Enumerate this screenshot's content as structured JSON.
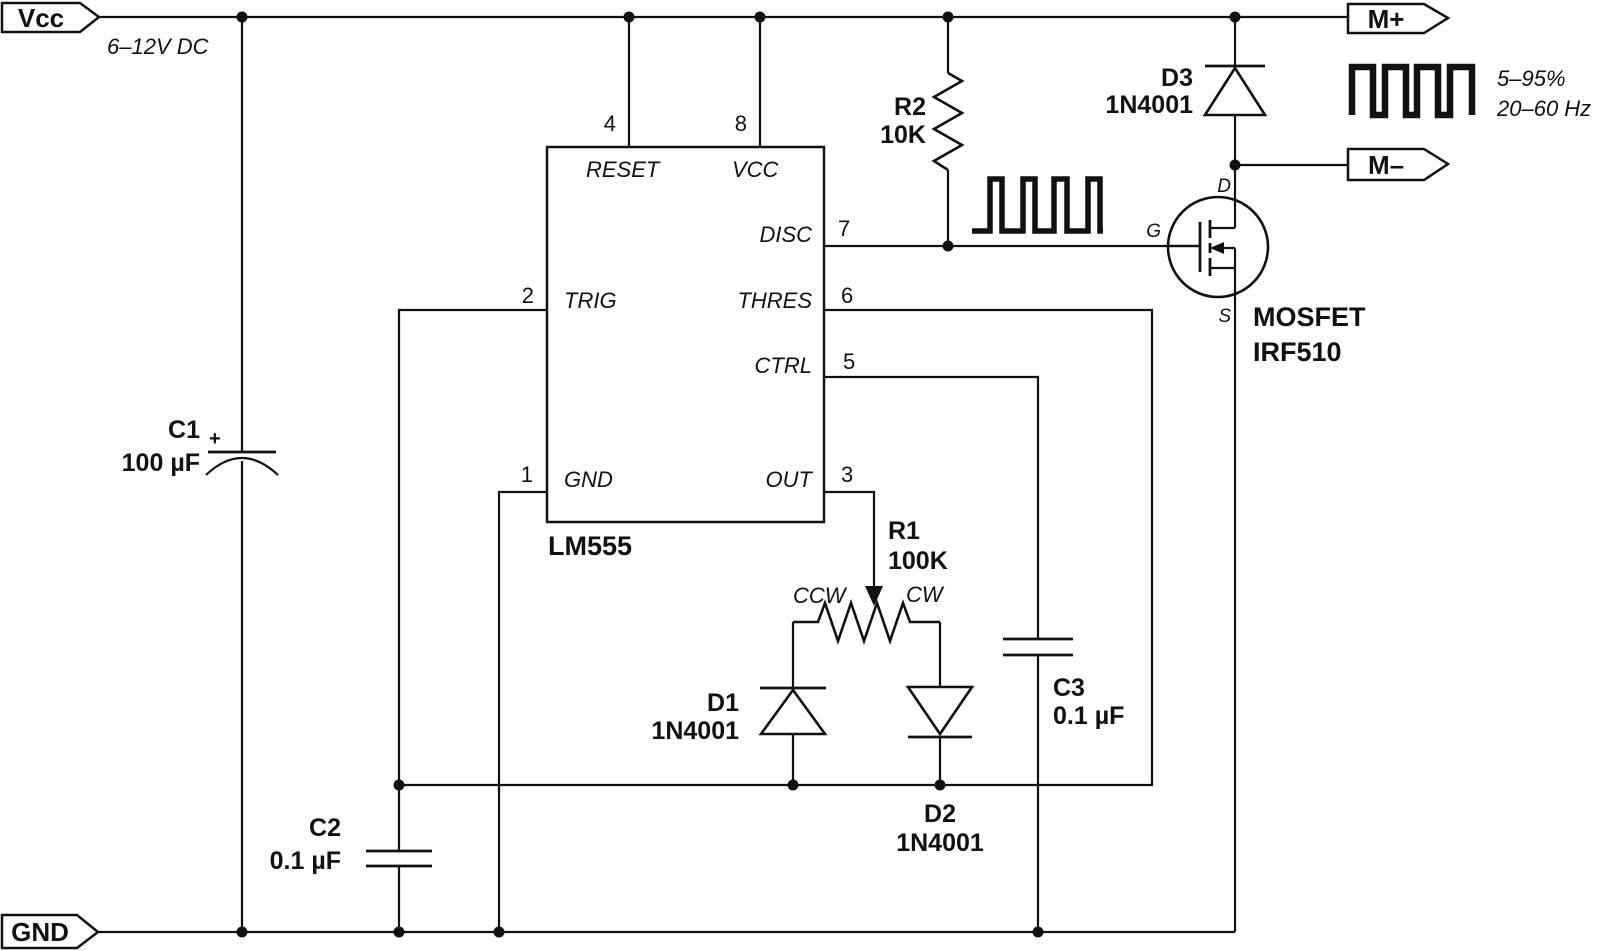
{
  "tags": {
    "vcc": "Vcc",
    "gnd": "GND",
    "m_plus": "M+",
    "m_minus": "M–"
  },
  "annotations": {
    "supply": "6–12V DC",
    "duty": "5–95%",
    "freq": "20–60 Hz"
  },
  "ic": {
    "name": "LM555",
    "pins": {
      "reset": {
        "num": "4",
        "label": "RESET"
      },
      "vcc": {
        "num": "8",
        "label": "VCC"
      },
      "disc": {
        "num": "7",
        "label": "DISC"
      },
      "trig": {
        "num": "2",
        "label": "TRIG"
      },
      "thres": {
        "num": "6",
        "label": "THRES"
      },
      "ctrl": {
        "num": "5",
        "label": "CTRL"
      },
      "gnd": {
        "num": "1",
        "label": "GND"
      },
      "out": {
        "num": "3",
        "label": "OUT"
      }
    }
  },
  "components": {
    "c1": {
      "ref": "C1",
      "value": "100 µF",
      "polarity": "+"
    },
    "c2": {
      "ref": "C2",
      "value": "0.1 µF"
    },
    "c3": {
      "ref": "C3",
      "value": "0.1 µF"
    },
    "r1": {
      "ref": "R1",
      "value": "100K",
      "ccw": "CCW",
      "cw": "CW"
    },
    "r2": {
      "ref": "R2",
      "value": "10K"
    },
    "d1": {
      "ref": "D1",
      "part": "1N4001"
    },
    "d2": {
      "ref": "D2",
      "part": "1N4001"
    },
    "d3": {
      "ref": "D3",
      "part": "1N4001"
    },
    "mosfet": {
      "label": "MOSFET",
      "part": "IRF510",
      "pin_d": "D",
      "pin_g": "G",
      "pin_s": "S"
    }
  }
}
